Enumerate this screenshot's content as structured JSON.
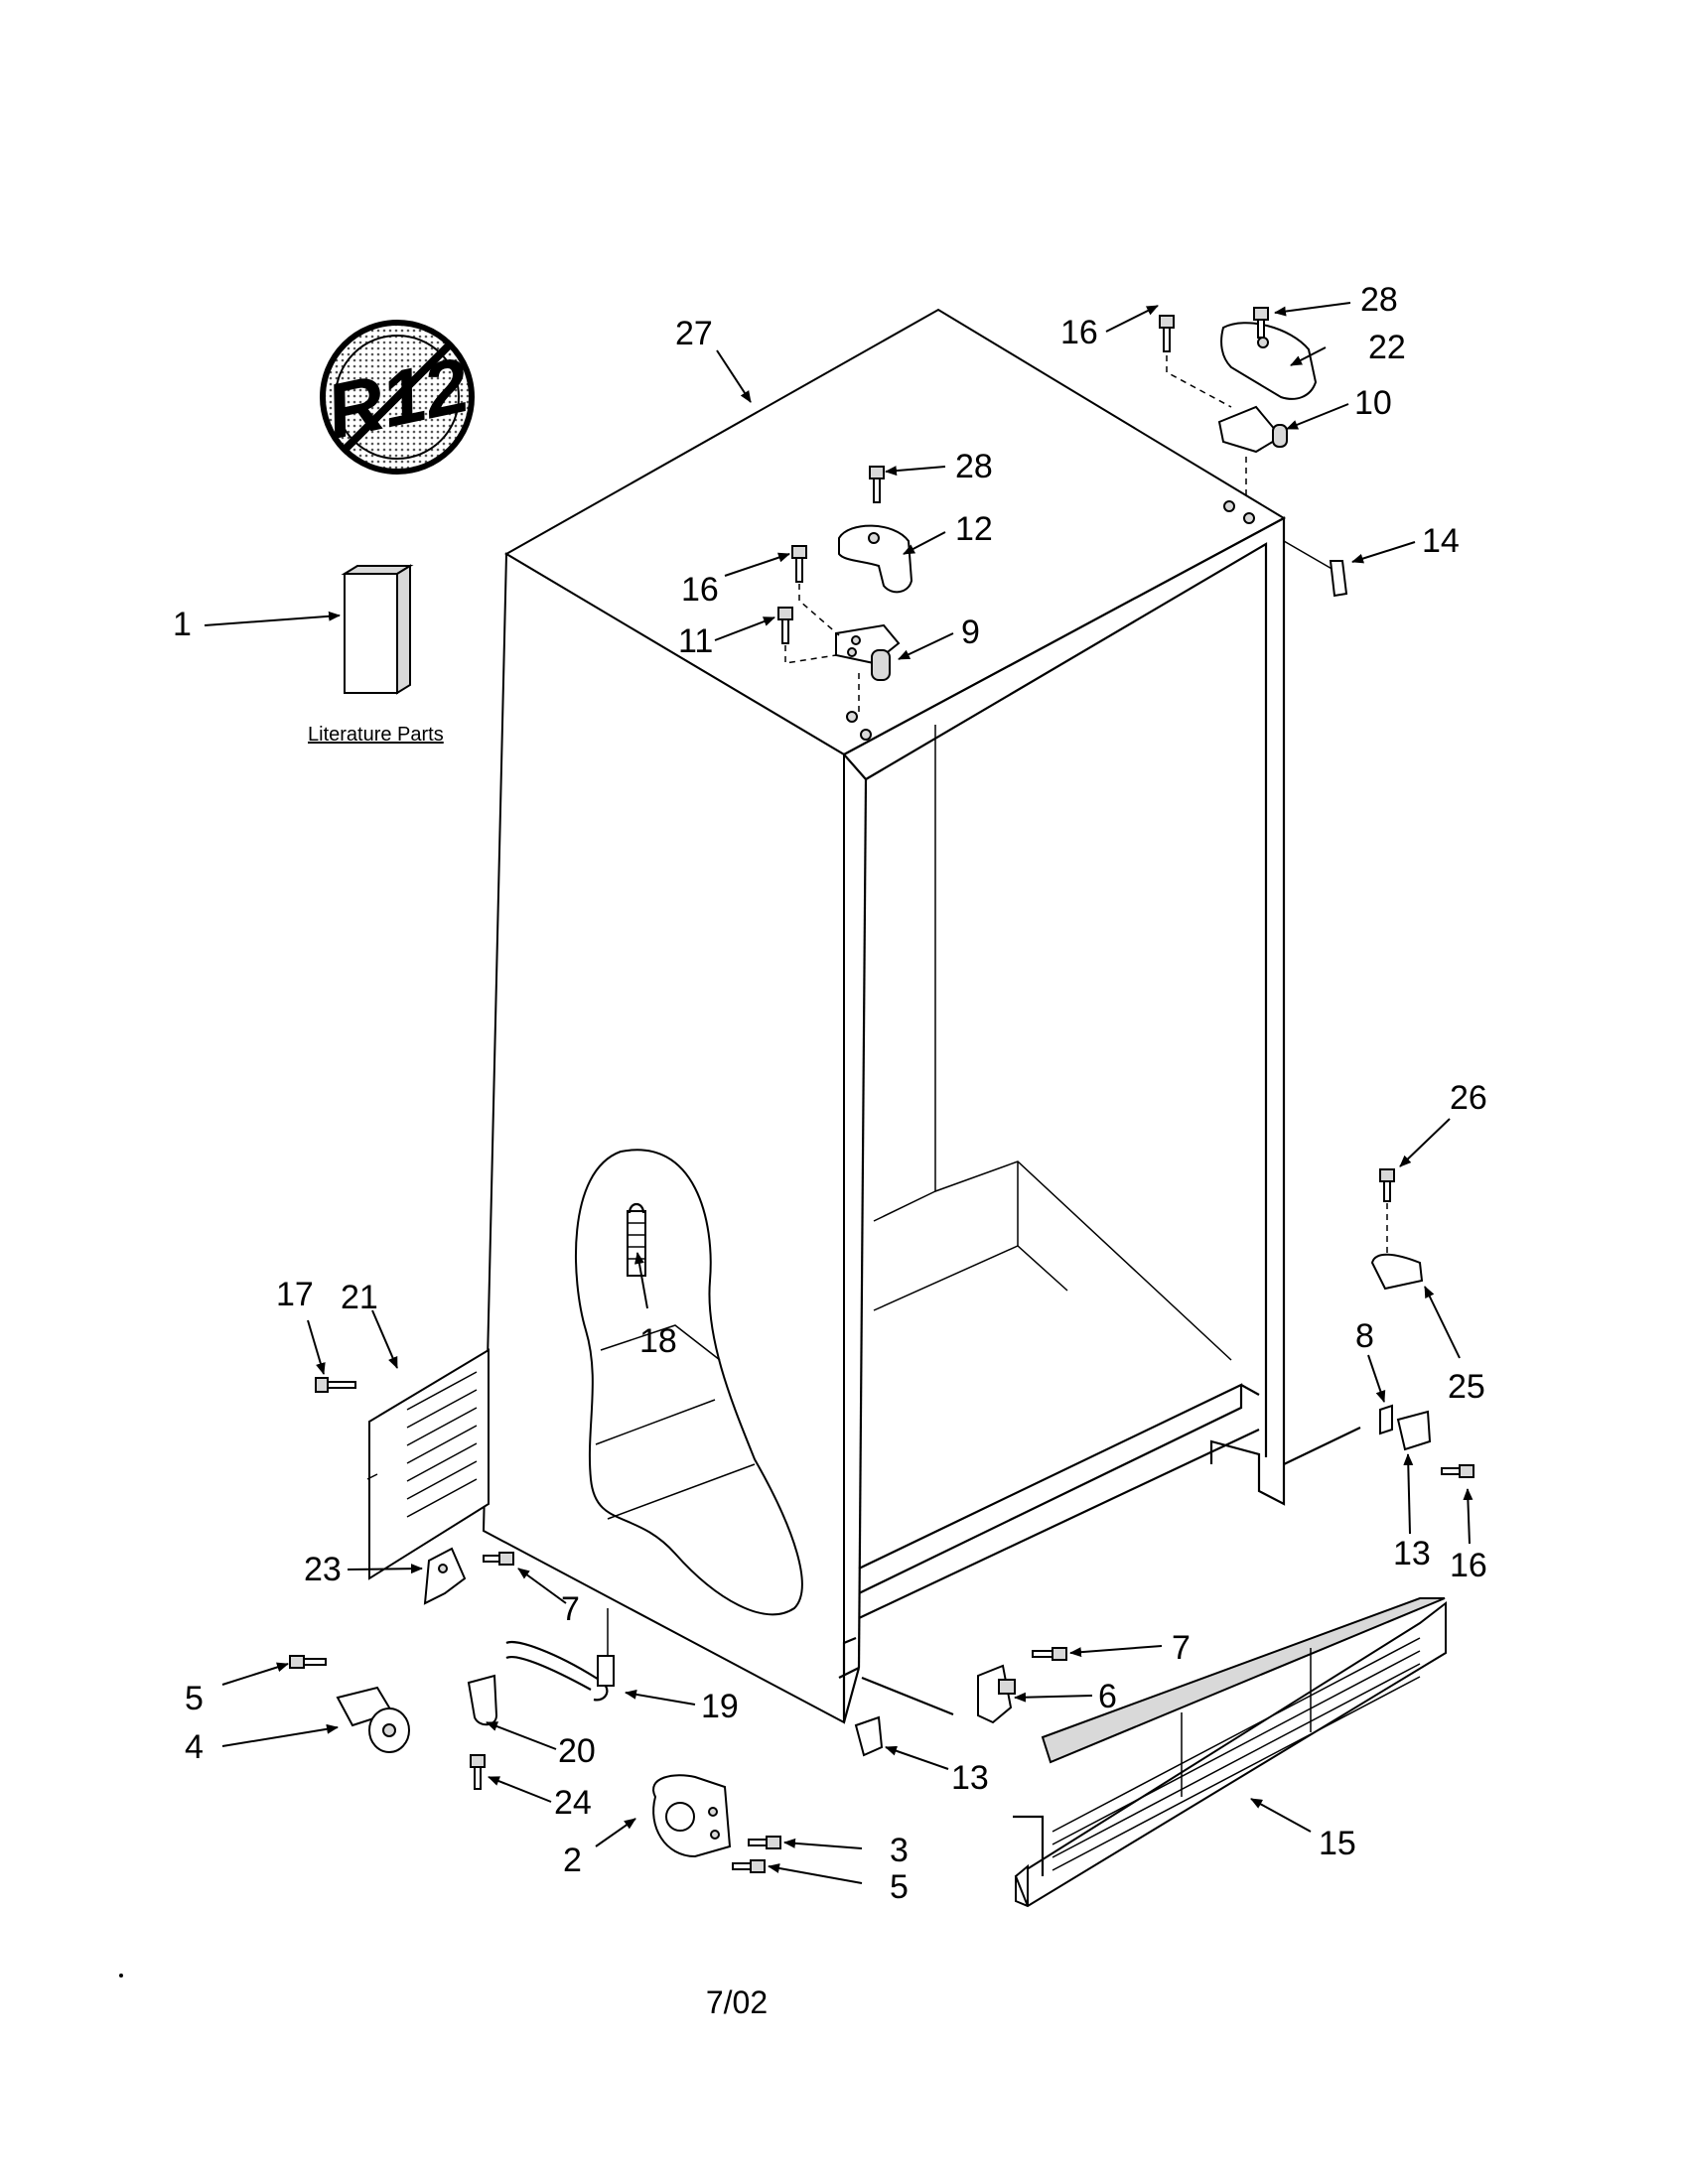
{
  "logo": {
    "text": "R12"
  },
  "literature_label": "Literature Parts",
  "footer": {
    "date": "7/02"
  },
  "callouts": {
    "c1": "1",
    "c2": "2",
    "c3": "3",
    "c4": "4",
    "c5a": "5",
    "c5b": "5",
    "c6": "6",
    "c7a": "7",
    "c7b": "7",
    "c8": "8",
    "c9": "9",
    "c10": "10",
    "c11": "11",
    "c12": "12",
    "c13a": "13",
    "c13b": "13",
    "c14": "14",
    "c15": "15",
    "c16a": "16",
    "c16b": "16",
    "c16c": "16",
    "c17": "17",
    "c18": "18",
    "c19": "19",
    "c20": "20",
    "c21": "21",
    "c22": "22",
    "c23": "23",
    "c24": "24",
    "c25": "25",
    "c26": "26",
    "c27": "27",
    "c28a": "28",
    "c28b": "28"
  }
}
